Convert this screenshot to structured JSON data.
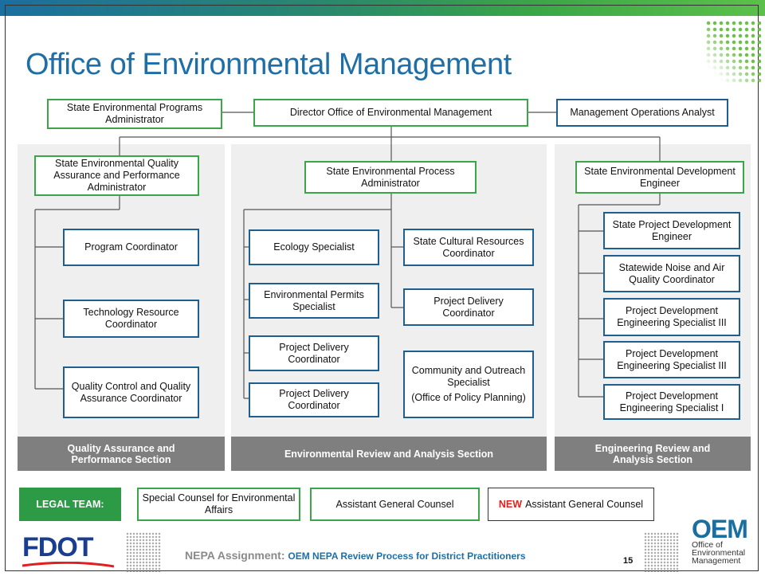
{
  "title": "Office of Environmental Management",
  "top": {
    "left": "State Environmental Programs Administrator",
    "center": "Director Office of Environmental Management",
    "right": "Management Operations Analyst"
  },
  "qa": {
    "head": "State Environmental Quality Assurance and Performance Administrator",
    "items": [
      "Program Coordinator",
      "Technology Resource Coordinator",
      "Quality Control and Quality Assurance Coordinator"
    ],
    "footer": "Quality Assurance and Performance Section"
  },
  "env": {
    "head": "State Environmental Process Administrator",
    "left": [
      "Ecology Specialist",
      "Environmental Permits Specialist",
      "Project Delivery Coordinator",
      "Project Delivery Coordinator"
    ],
    "right": [
      "State Cultural Resources Coordinator",
      "Project Delivery Coordinator"
    ],
    "community_a": "Community and Outreach Specialist",
    "community_b": "(Office of Policy Planning)",
    "footer": "Environmental Review and Analysis Section"
  },
  "eng": {
    "head": "State Environmental Development Engineer",
    "items": [
      "State Project Development Engineer",
      "Statewide Noise and Air Quality Coordinator",
      "Project Development Engineering Specialist III",
      "Project Development Engineering Specialist III",
      "Project Development Engineering Specialist I"
    ],
    "footer": "Engineering Review and Analysis Section"
  },
  "legal": {
    "label": "LEGAL TEAM:",
    "items": [
      "Special Counsel for Environmental Affairs",
      "Assistant General Counsel"
    ],
    "new_tag": "NEW",
    "new_item": "Assistant General Counsel"
  },
  "footer": {
    "logo": "FDOT",
    "assignment": "NEPA Assignment:",
    "subtitle": "OEM NEPA Review Process for District Practitioners",
    "page": "15",
    "oem": "OEM",
    "oem_lines": [
      "Office of",
      "Environmental",
      "Management"
    ]
  }
}
